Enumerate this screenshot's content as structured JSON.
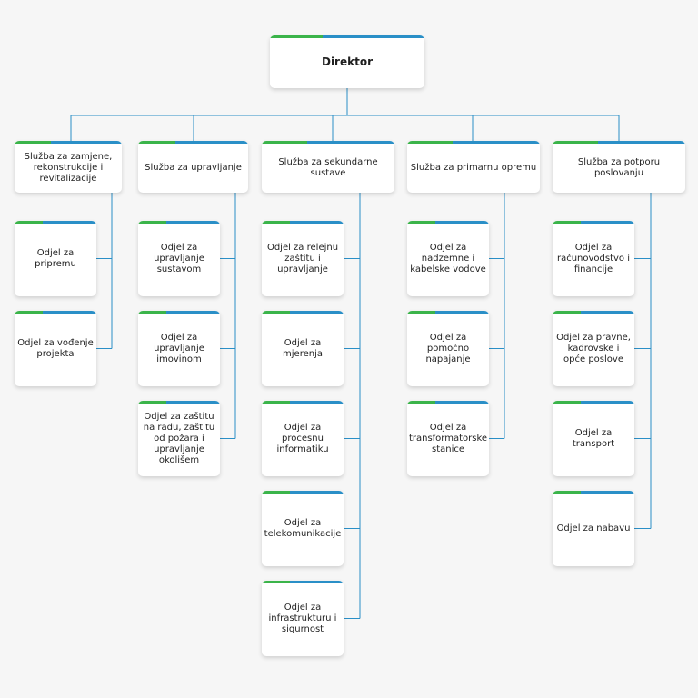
{
  "colors": {
    "line": "#2a8fc7",
    "green": "#3bb44a",
    "blue": "#2a8fc7"
  },
  "director": {
    "label": "Direktor"
  },
  "services": [
    {
      "label": "Služba za zamjene, rekonstrukcije i revitalizacije",
      "departments": [
        "Odjel za pripremu",
        "Odjel za vođenje projekta"
      ]
    },
    {
      "label": "Služba za upravljanje",
      "departments": [
        "Odjel za upravljanje sustavom",
        "Odjel za upravljanje imovinom",
        "Odjel za zaštitu na radu, zaštitu od požara i upravljanje okolišem"
      ]
    },
    {
      "label": "Služba za sekundarne sustave",
      "departments": [
        "Odjel za relejnu zaštitu i upravljanje",
        "Odjel za mjerenja",
        "Odjel za procesnu informatiku",
        "Odjel za telekomunikacije",
        "Odjel za infrastrukturu i sigurnost"
      ]
    },
    {
      "label": "Služba za primarnu opremu",
      "departments": [
        "Odjel za nadzemne i kabelske vodove",
        "Odjel za pomoćno napajanje",
        "Odjel za transformatorske stanice"
      ]
    },
    {
      "label": "Služba za potporu poslovanju",
      "departments": [
        "Odjel za računovodstvo i financije",
        "Odjel za pravne, kadrovske i opće poslove",
        "Odjel za transport",
        "Odjel za nabavu"
      ]
    }
  ]
}
